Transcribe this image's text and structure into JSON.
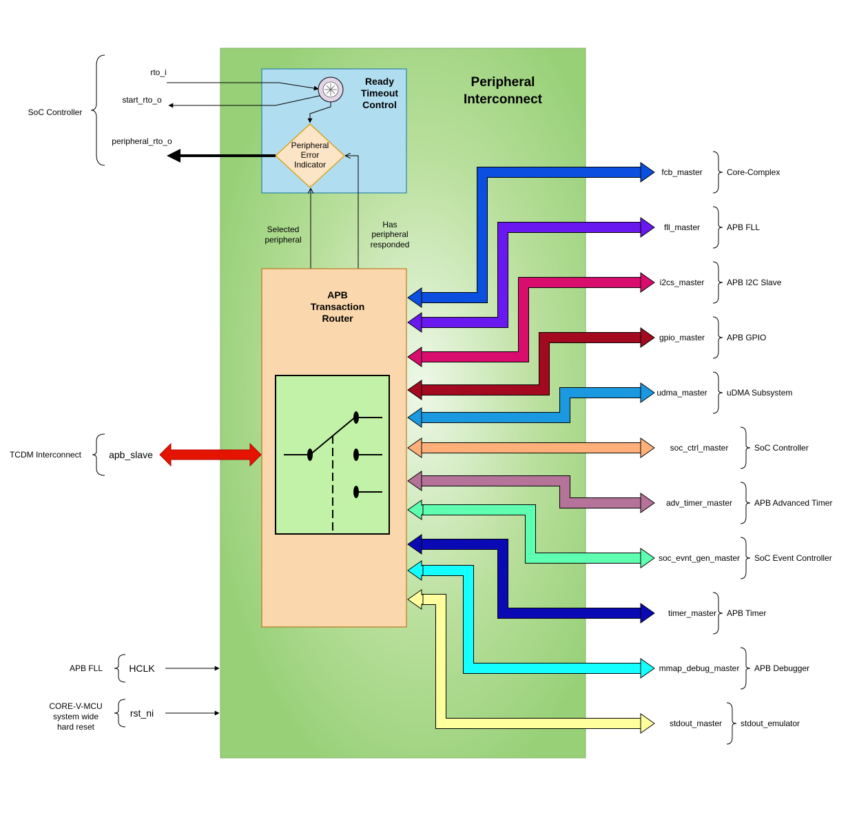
{
  "title": {
    "line1": "Peripheral",
    "line2": "Interconnect"
  },
  "rto": {
    "title": [
      "Ready",
      "Timeout",
      "Control"
    ],
    "indicator": [
      "Peripheral",
      "Error",
      "Indicator"
    ],
    "selected_label": [
      "Selected",
      "peripheral"
    ],
    "responded_label": [
      "Has",
      "peripheral",
      "responded"
    ]
  },
  "router": {
    "title": [
      "APB",
      "Transaction",
      "Router"
    ]
  },
  "left": {
    "soc_group": "SoC Controller",
    "rto_i": "rto_i",
    "start_rto_o": "start_rto_o",
    "peripheral_rto_o": "peripheral_rto_o",
    "tcdm_group": "TCDM Interconnect",
    "apb_slave": "apb_slave",
    "fll_group": "APB FLL",
    "hclk": "HCLK",
    "reset_group": [
      "CORE-V-MCU",
      "system wide",
      "hard reset"
    ],
    "rst_ni": "rst_ni"
  },
  "masters": [
    {
      "signal": "fcb_master",
      "target": "Core-Complex",
      "color": "#0a4fe0"
    },
    {
      "signal": "fll_master",
      "target": "APB FLL",
      "color": "#6a18f0"
    },
    {
      "signal": "i2cs_master",
      "target": "APB I2C Slave",
      "color": "#d90d6e"
    },
    {
      "signal": "gpio_master",
      "target": "APB GPIO",
      "color": "#a3091f"
    },
    {
      "signal": "udma_master",
      "target": "uDMA Subsystem",
      "color": "#1b99e0"
    },
    {
      "signal": "soc_ctrl_master",
      "target": "SoC Controller",
      "color": "#ffb07a"
    },
    {
      "signal": "adv_timer_master",
      "target": "APB Advanced Timer",
      "color": "#b5739a"
    },
    {
      "signal": "soc_evnt_gen_master",
      "target": "SoC Event Controller",
      "color": "#5effb0"
    },
    {
      "signal": "timer_master",
      "target": "APB Timer",
      "color": "#0a0ab5"
    },
    {
      "signal": "mmap_debug_master",
      "target": "APB Debugger",
      "color": "#14ffff"
    },
    {
      "signal": "stdout_master",
      "target": "stdout_emulator",
      "color": "#ffff9e"
    }
  ]
}
